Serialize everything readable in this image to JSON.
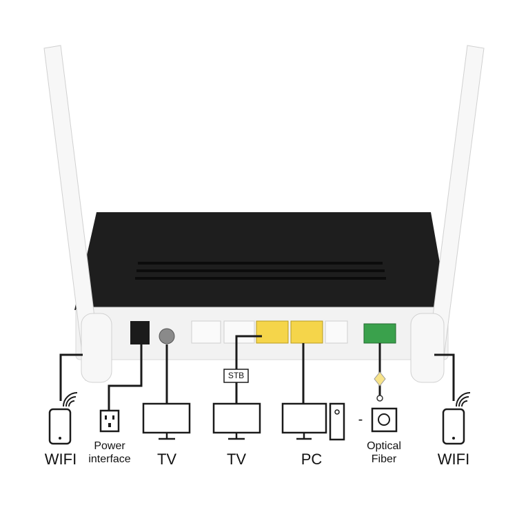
{
  "labels": {
    "wifi_left": "WIFI",
    "power_line1": "Power",
    "power_line2": "interface",
    "tv_coax": "TV",
    "stb": "STB",
    "tv_iptv": "TV",
    "pc": "PC",
    "optical_line1": "Optical",
    "optical_line2": "Fiber",
    "wifi_right": "WIFI",
    "optical_dash": "-"
  },
  "colors": {
    "device_top": "#1e1e1e",
    "device_body": "#f2f2f2",
    "lan_port": "#f5d54a",
    "pon_port": "#3aa14c",
    "line": "#1a1a1a",
    "fiber_marker": "#f7e38a"
  },
  "icons": [
    "antenna",
    "phone-icon",
    "wifi-signal-icon",
    "socket-icon",
    "monitor-icon",
    "pc-tower-icon",
    "fiber-connector-icon"
  ]
}
